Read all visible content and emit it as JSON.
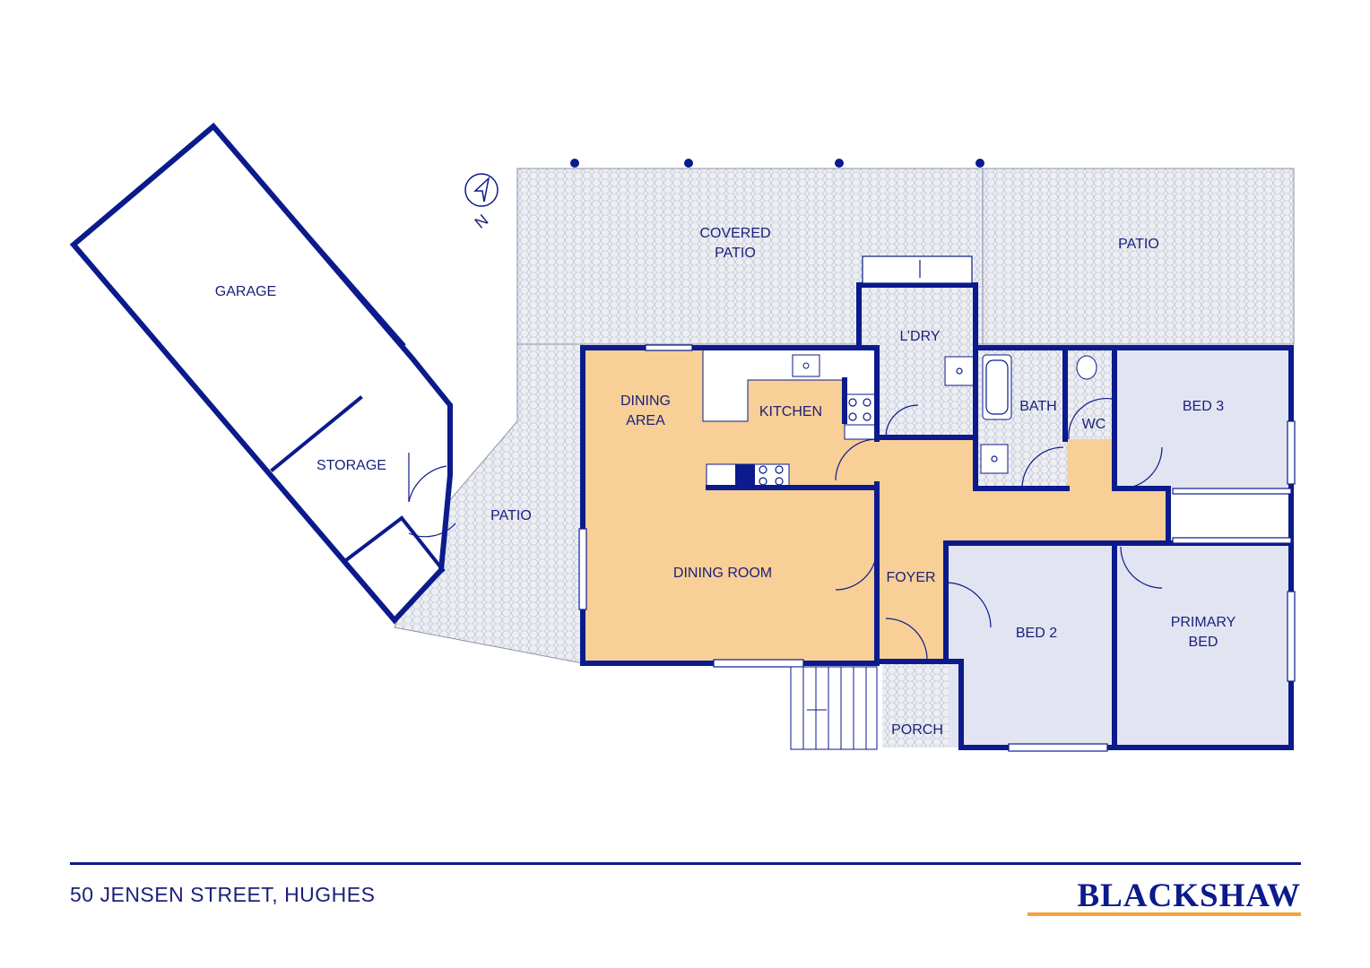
{
  "colors": {
    "wall": "#0b1a8c",
    "text": "#1b1f7a",
    "living": "#f8cf96",
    "bedroom": "#e2e4f1",
    "paving": "#e8e9ef",
    "accent": "#f4a23a"
  },
  "compass": {
    "label": "N"
  },
  "rooms": {
    "garage": "GARAGE",
    "storage": "STORAGE",
    "patio_left": "PATIO",
    "covered_patio_1": "COVERED",
    "covered_patio_2": "PATIO",
    "patio_right": "PATIO",
    "laundry": "L’DRY",
    "dining_area_1": "DINING",
    "dining_area_2": "AREA",
    "kitchen": "KITCHEN",
    "bath": "BATH",
    "wc": "WC",
    "bed3": "BED 3",
    "dining_room": "DINING ROOM",
    "foyer": "FOYER",
    "bed2": "BED 2",
    "primary_bed_1": "PRIMARY",
    "primary_bed_2": "BED",
    "porch": "PORCH"
  },
  "footer": {
    "address": "50 JENSEN STREET, HUGHES",
    "brand": "BLACKSHAW"
  }
}
